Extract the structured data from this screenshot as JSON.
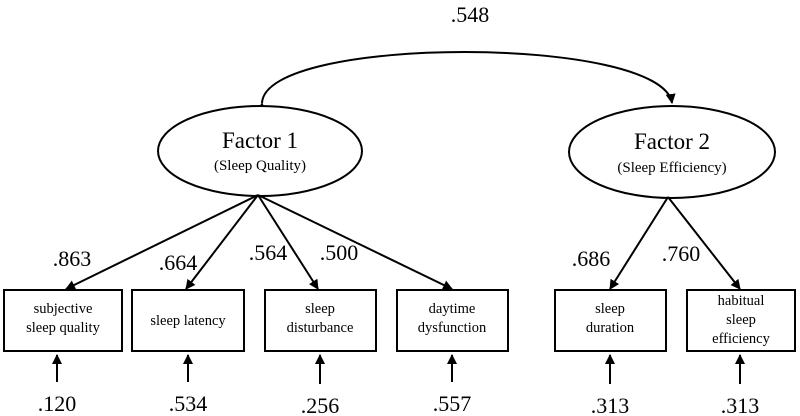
{
  "covariance": {
    "value": ".548"
  },
  "factors": [
    {
      "title": "Factor 1",
      "subtitle": "(Sleep Quality)"
    },
    {
      "title": "Factor 2",
      "subtitle": "(Sleep Efficiency)"
    }
  ],
  "indicators": [
    {
      "lines": [
        "subjective",
        "sleep quality"
      ],
      "loading": ".863",
      "error": ".120"
    },
    {
      "lines": [
        "sleep latency"
      ],
      "loading": ".664",
      "error": ".534"
    },
    {
      "lines": [
        "sleep",
        "disturbance"
      ],
      "loading": ".564",
      "error": ".256"
    },
    {
      "lines": [
        "daytime",
        "dysfunction"
      ],
      "loading": ".500",
      "error": ".557"
    },
    {
      "lines": [
        "sleep",
        "duration"
      ],
      "loading": ".686",
      "error": ".313"
    },
    {
      "lines": [
        "habitual",
        "sleep",
        "efficiency"
      ],
      "loading": ".760",
      "error": ".313"
    }
  ]
}
